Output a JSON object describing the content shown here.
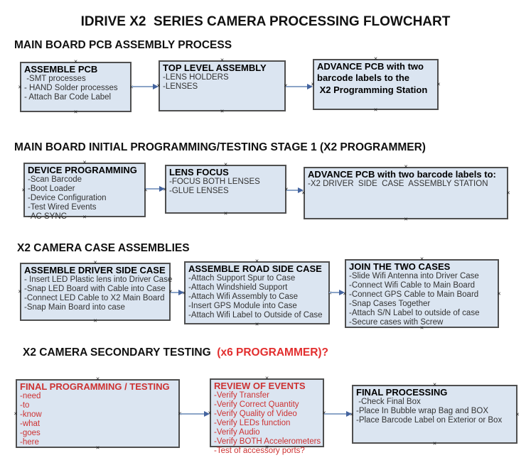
{
  "page_title": "IDRIVE X2  SERIES CAMERA PROCESSING FLOWCHART",
  "icons": {
    "connection_point": "×"
  },
  "colors": {
    "box_fill": "#dbe5f1",
    "box_border": "#4f4f4f",
    "red_text": "#cd3232",
    "heading_red": "#e22e2e",
    "arrow_line": "#8ca5c8",
    "arrow_head": "#44649f"
  },
  "sections": [
    {
      "heading": "MAIN BOARD PCB ASSEMBLY PROCESS"
    },
    {
      "heading": "MAIN BOARD INITIAL PROGRAMMING/TESTING STAGE 1 (X2 PROGRAMMER)"
    },
    {
      "heading": "X2 CAMERA CASE ASSEMBLIES"
    },
    {
      "heading": "X2 CAMERA SECONDARY TESTING  ",
      "heading_suffix": "(x6 PROGRAMMER)?"
    }
  ],
  "boxes": {
    "assemble_pcb": {
      "title": "ASSEMBLE PCB",
      "items": [
        " -SMT processes",
        "- HAND Solder processes",
        "- Attach Bar Code Label"
      ]
    },
    "top_level_assembly": {
      "title": "TOP LEVEL ASSEMBLY",
      "items": [
        "-LENS HOLDERS",
        "-LENSES"
      ]
    },
    "advance_pcb_to_programming": {
      "title": "ADVANCE PCB with two",
      "items": [
        "barcode labels to the",
        " X2 Programming Station"
      ]
    },
    "device_programming": {
      "title": "DEVICE PROGRAMMING",
      "items": [
        "-Scan Barcode",
        "-Boot Loader",
        "-Device Configuration",
        "-Test Wired Events",
        "-AC SYNC"
      ]
    },
    "lens_focus": {
      "title": "LENS FOCUS",
      "items": [
        "-FOCUS BOTH LENSES",
        "-GLUE LENSES"
      ]
    },
    "advance_pcb_to_case_station": {
      "title": "ADVANCE PCB with two barcode labels to:",
      "items": [
        "-X2 DRIVER  SIDE  CASE  ASSEMBLY STATION"
      ]
    },
    "assemble_driver_side_case": {
      "title": "ASSEMBLE DRIVER SIDE CASE",
      "items": [
        "- Insert LED Plastic lens into Driver Case",
        "-Snap LED Board with Cable into Case",
        "-Connect LED Cable to X2 Main Board",
        "-Snap Main Board into case"
      ]
    },
    "assemble_road_side_case": {
      "title": "ASSEMBLE ROAD SIDE CASE",
      "items": [
        "-Attach Support Spur to Case",
        "-Attach Windshield Support",
        "-Attach Wifi Assembly to Case",
        "-Insert GPS Module into Case",
        "-Attach Wifi Label to Outside of Case"
      ]
    },
    "join_the_two_cases": {
      "title": "JOIN THE TWO CASES",
      "items": [
        "-Slide Wifi Antenna into Driver Case",
        "-Connect Wifi Cable to Main Board",
        "-Connect GPS Cable to Main Board",
        "-Snap Cases Together",
        "-Attach S/N Label to outside of case",
        "-Secure cases with Screw"
      ]
    },
    "final_programming_testing": {
      "title": "FINAL PROGRAMMING / TESTING",
      "items": [
        "-need",
        "-to",
        "-know",
        "-what",
        "-goes",
        "-here"
      ]
    },
    "review_of_events": {
      "title": "REVIEW OF EVENTS",
      "items": [
        "-Verify Transfer",
        "-Verify Correct Quantity",
        "-Verify Quality of Video",
        "-Verify LEDs function",
        "-Verify Audio",
        "-Verify BOTH Accelerometers",
        "-Test of accessory ports?"
      ]
    },
    "final_processing": {
      "title": "FINAL PROCESSING",
      "items": [
        " -Check Final Box",
        "-Place In Bubble wrap Bag and BOX",
        "-Place Barcode Label on Exterior or Box"
      ]
    }
  }
}
